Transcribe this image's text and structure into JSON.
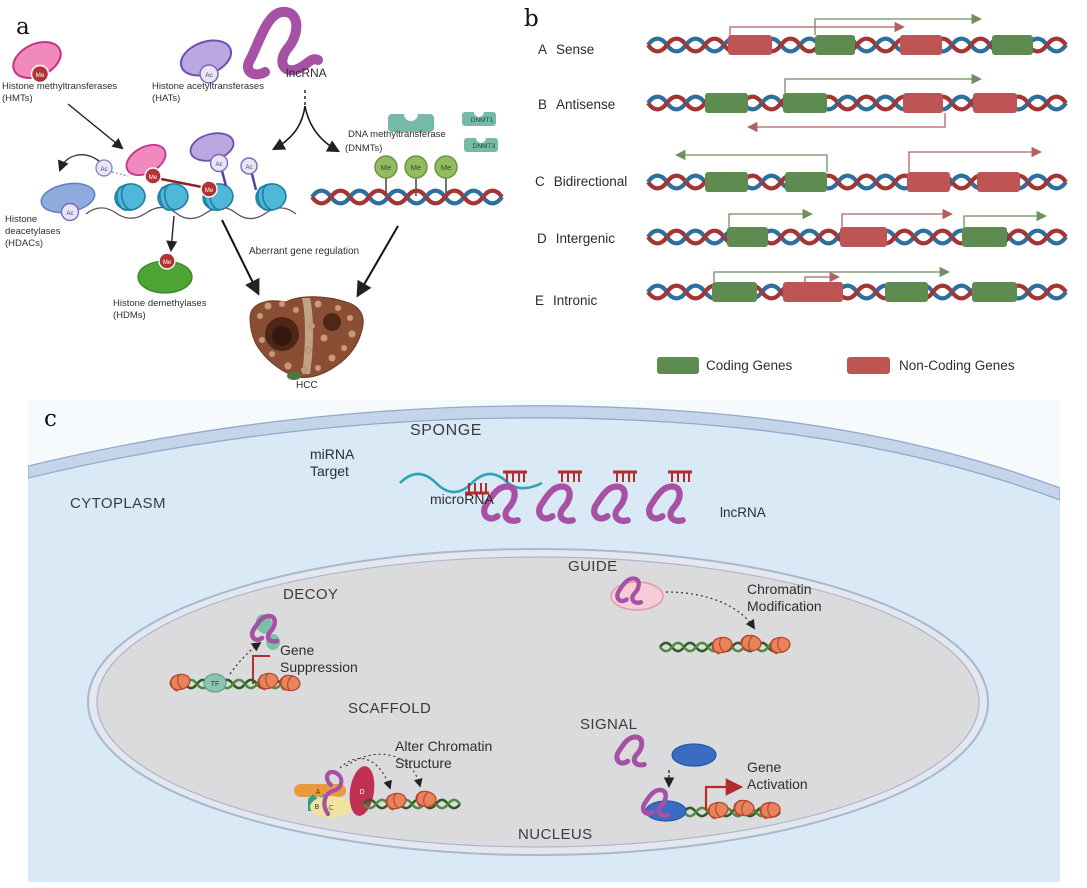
{
  "figure": {
    "panel_a": {
      "letter": "a",
      "labels": {
        "hmt1": "Histone methyltransferases",
        "hmt2": "(HMTs)",
        "hat1": "Histone acetyltransferases",
        "hat2": "(HATs)",
        "hdac1": "Histone",
        "hdac2": "deacetylases",
        "hdac3": "(HDACs)",
        "hdm1": "Histone demethylases",
        "hdm2": "(HDMs)",
        "lncrna": "lncRNA",
        "dnmt_line1": "DNA methyltransferase",
        "dnmt_line2": "(DNMTs)",
        "dnmt1_tag": "DNMT1",
        "dnmt3_tag": "DNMT3",
        "aberrant": "Aberrant gene regulation",
        "hcc": "HCC"
      },
      "tags": {
        "me": "Me",
        "ac": "Ac"
      }
    },
    "panel_b": {
      "letter": "b",
      "rows": [
        {
          "letter": "A",
          "name": "Sense"
        },
        {
          "letter": "B",
          "name": "Antisense"
        },
        {
          "letter": "C",
          "name": "Bidirectional"
        },
        {
          "letter": "D",
          "name": "Intergenic"
        },
        {
          "letter": "E",
          "name": "Intronic"
        }
      ],
      "legend": [
        {
          "label": "Coding Genes",
          "color": "#5E8B50"
        },
        {
          "label": "Non-Coding Genes",
          "color": "#BF5454"
        }
      ]
    },
    "panel_c": {
      "letter": "c",
      "labels": {
        "cytoplasm": "CYTOPLASM",
        "nucleus": "NUCLEUS",
        "sponge": "SPONGE",
        "mirna1": "miRNA",
        "mirna2": "Target",
        "microrna": "microRNA",
        "lncrna": "lncRNA",
        "decoy": "DECOY",
        "gene_sup1": "Gene",
        "gene_sup2": "Suppression",
        "guide": "GUIDE",
        "chrom1": "Chromatin",
        "chrom2": "Modification",
        "scaffold": "SCAFFOLD",
        "alter1": "Alter Chromatin",
        "alter2": "Structure",
        "signal": "SIGNAL",
        "gene_act1": "Gene",
        "gene_act2": "Activation",
        "tf": "TF",
        "sub_a": "A",
        "sub_b": "B",
        "sub_c": "C",
        "sub_d": "D"
      }
    },
    "colors": {
      "coding_green": "#5E8B50",
      "noncoding_red": "#BF5454",
      "lncrna_purple": "#A751A5",
      "mirna_teal": "#2FA3B5",
      "cytoplasm_blue": "#D9E9F6",
      "nucleus_gray": "#DBDBDE",
      "membrane": "#C4D5EA",
      "helix_blue": "#2E6F9E",
      "helix_red": "#A33535",
      "me_red": "#B13434",
      "ac_lavender": "#E9E5F4",
      "dnmt_teal": "#74BAA6",
      "hmt_pink": "#F289BC",
      "hat_purple": "#BCA8E0",
      "hdac_blue": "#8FABDE",
      "hdm_green": "#4BA433",
      "nucleosome_teal": "#4FB8D8",
      "nucleosome_orange": "#E8845C",
      "signal_blue": "#3A6CC4",
      "scaffold_orange": "#E89A3E",
      "scaffold_yellow": "#F2E2A0",
      "scaffold_teal": "#2E9E8E",
      "scaffold_crimson": "#C13050"
    }
  }
}
